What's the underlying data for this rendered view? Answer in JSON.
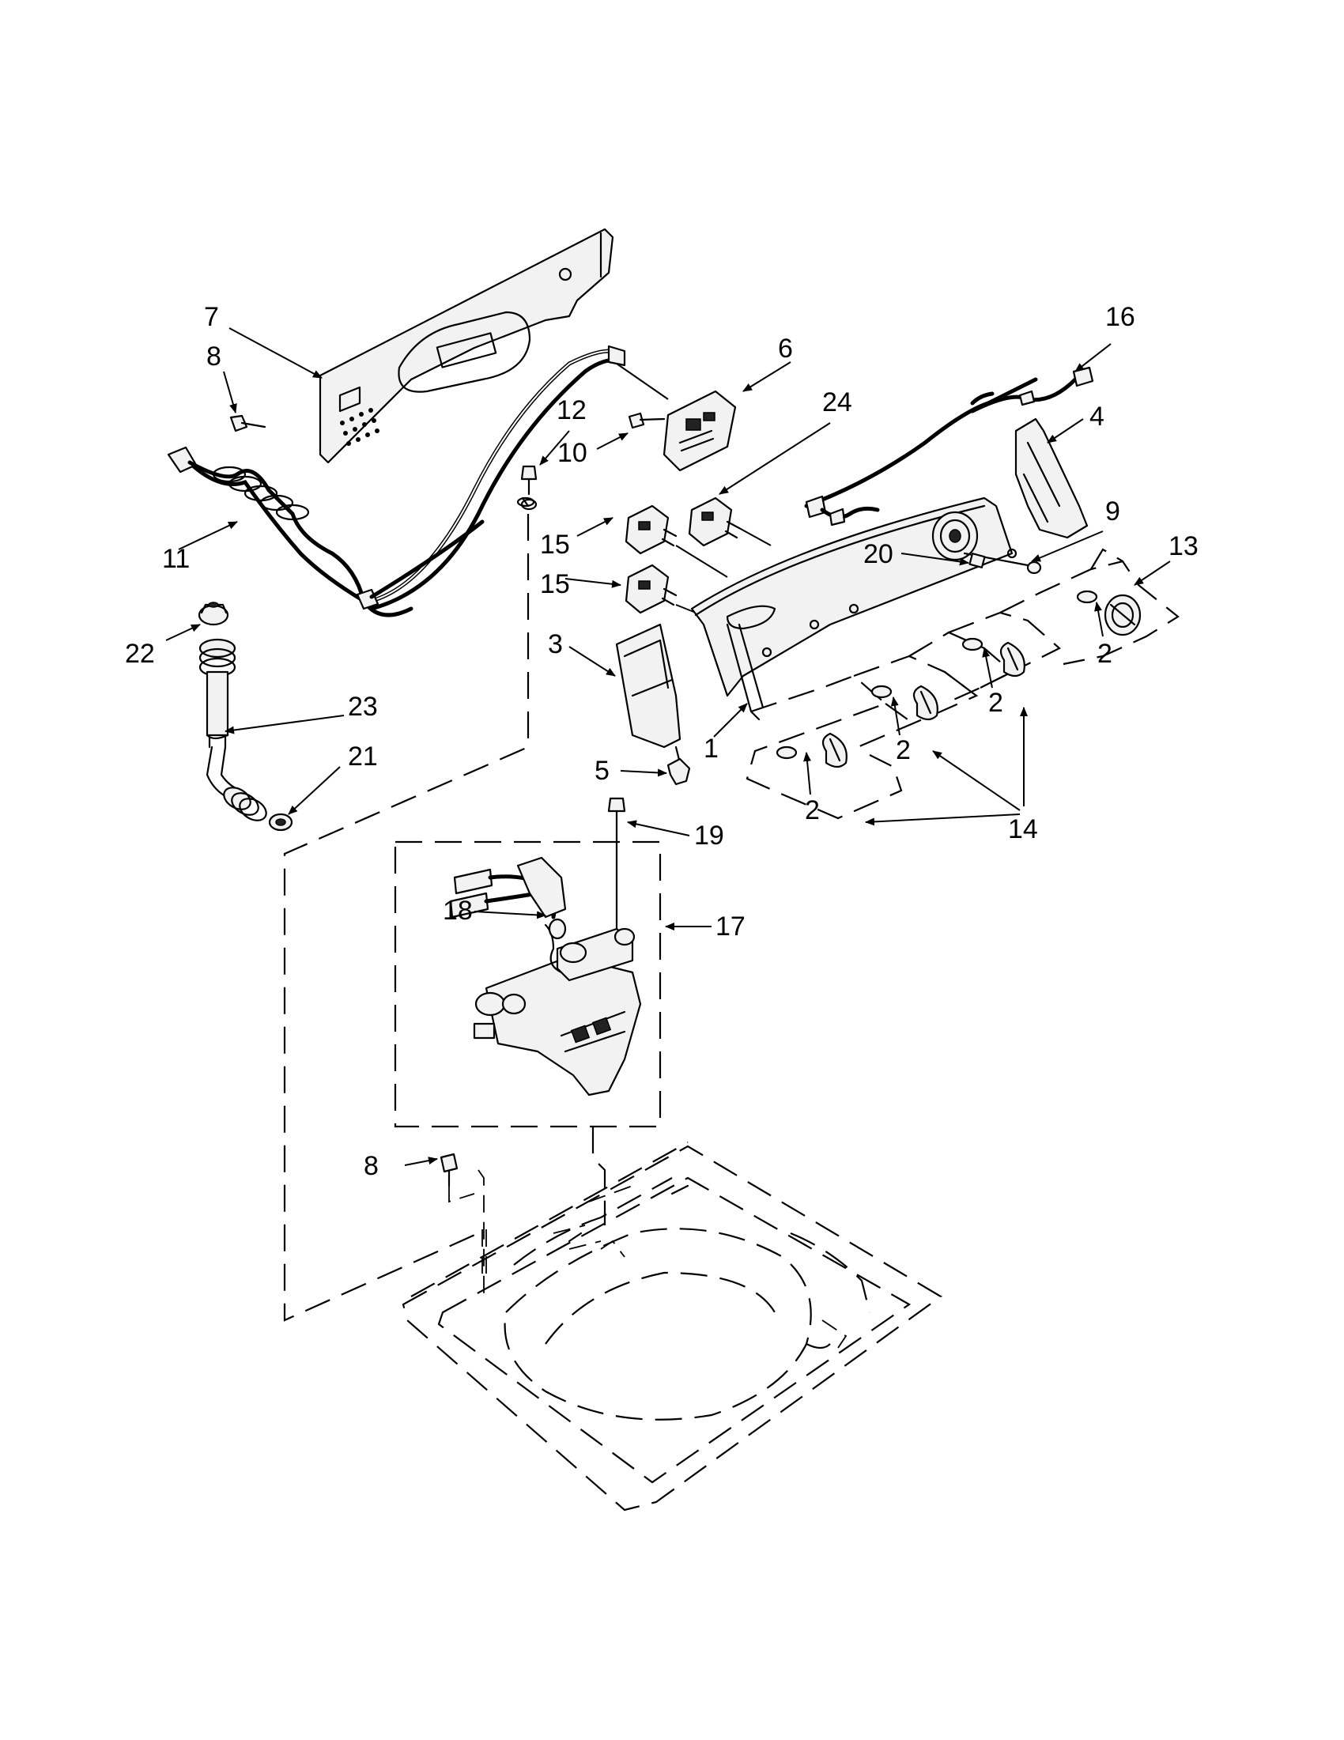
{
  "callouts": {
    "c1": "1",
    "c2a": "2",
    "c2b": "2",
    "c2c": "2",
    "c2d": "2",
    "c3": "3",
    "c4": "4",
    "c5": "5",
    "c6": "6",
    "c7": "7",
    "c8a": "8",
    "c8b": "8",
    "c9": "9",
    "c10": "10",
    "c11": "11",
    "c12": "12",
    "c13": "13",
    "c14": "14",
    "c15a": "15",
    "c15b": "15",
    "c16": "16",
    "c17": "17",
    "c18": "18",
    "c19": "19",
    "c20": "20",
    "c21": "21",
    "c22": "22",
    "c23": "23",
    "c24": "24"
  }
}
